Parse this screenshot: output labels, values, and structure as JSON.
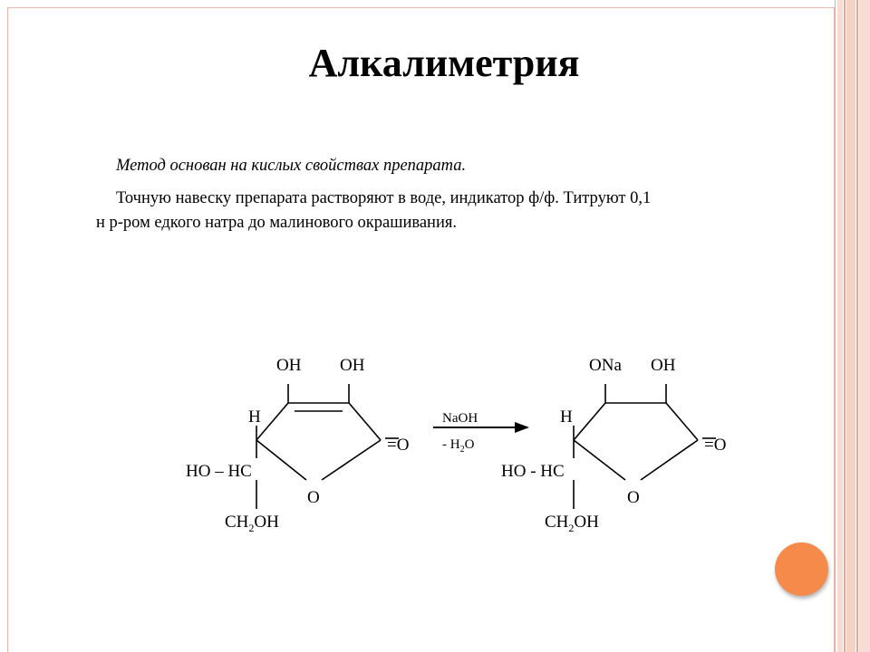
{
  "slide": {
    "title": "Алкалиметрия",
    "paragraph1": "Метод основан на кислых свойствах препарата.",
    "paragraph2_line1": "Точную навеску препарата растворяют в воде, индикатор ф/ф. Титруют 0,1",
    "paragraph2_line2": "н р-ром едкого натра до малинового окрашивания."
  },
  "scheme": {
    "reactant": {
      "oh_left": "OH",
      "oh_right": "OH",
      "h": "H",
      "carbonyl": "=O",
      "ring_o": "O",
      "hohc": "HO – HC",
      "ch2oh_a": "CH",
      "ch2oh_sub": "2",
      "ch2oh_b": "OH"
    },
    "arrow": {
      "reagent_top": "NaOH",
      "reagent_bottom_a": "- H",
      "reagent_bottom_sub": "2",
      "reagent_bottom_b": "O"
    },
    "product": {
      "ona": "ONa",
      "oh": "OH",
      "h": "H",
      "carbonyl": "=O",
      "ring_o": "O",
      "hohc": "HO - HC",
      "ch2oh_a": "CH",
      "ch2oh_sub": "2",
      "ch2oh_b": "OH"
    }
  },
  "colors": {
    "accent_circle": "#f58a4a",
    "border_stripes": "#f6d2c6"
  }
}
